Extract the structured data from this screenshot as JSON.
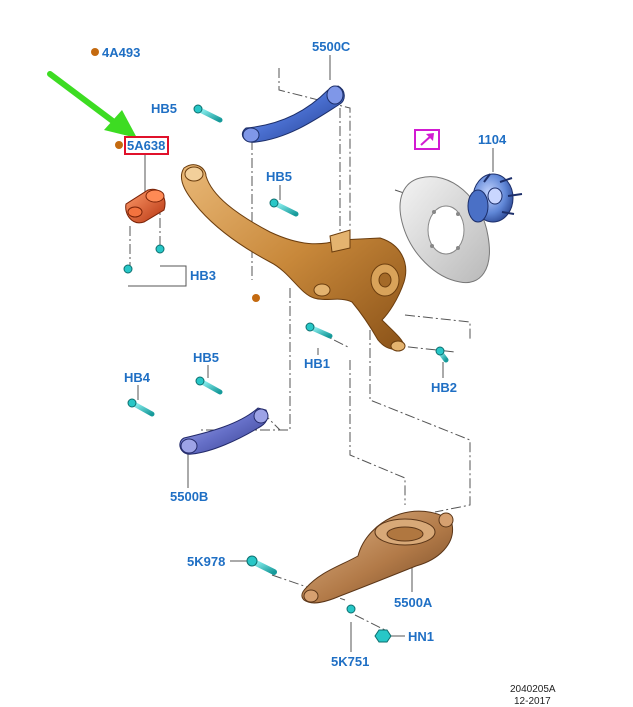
{
  "labels": {
    "p4a493": "4A493",
    "p5a638": "5A638",
    "p5500c": "5500C",
    "hb5_top": "HB5",
    "hb5_mid": "HB5",
    "hb5_low": "HB5",
    "hb3": "HB3",
    "hb1": "HB1",
    "hb2": "HB2",
    "hb4": "HB4",
    "p1104": "1104",
    "p5500b": "5500B",
    "p5k978": "5K978",
    "p5500a": "5500A",
    "hn1": "HN1",
    "p5k751": "5K751"
  },
  "footer": {
    "code": "2040205A",
    "date": "12-2017"
  },
  "colors": {
    "label_text": "#1f6fc4",
    "highlight_box": "#e0112b",
    "arrow": "#3ddc22",
    "bullet": "#c46a10",
    "knuckle": "#c8883a",
    "upper_arm": "#4a6fd0",
    "lower_link": "#6670c8",
    "spring_arm": "#b27a48",
    "bolt": "#27c7c7",
    "hub": "#5f86d6",
    "bushing": "#e05a2a",
    "shield_marker": "#d21ad2"
  },
  "highlighted_part": "5A638"
}
